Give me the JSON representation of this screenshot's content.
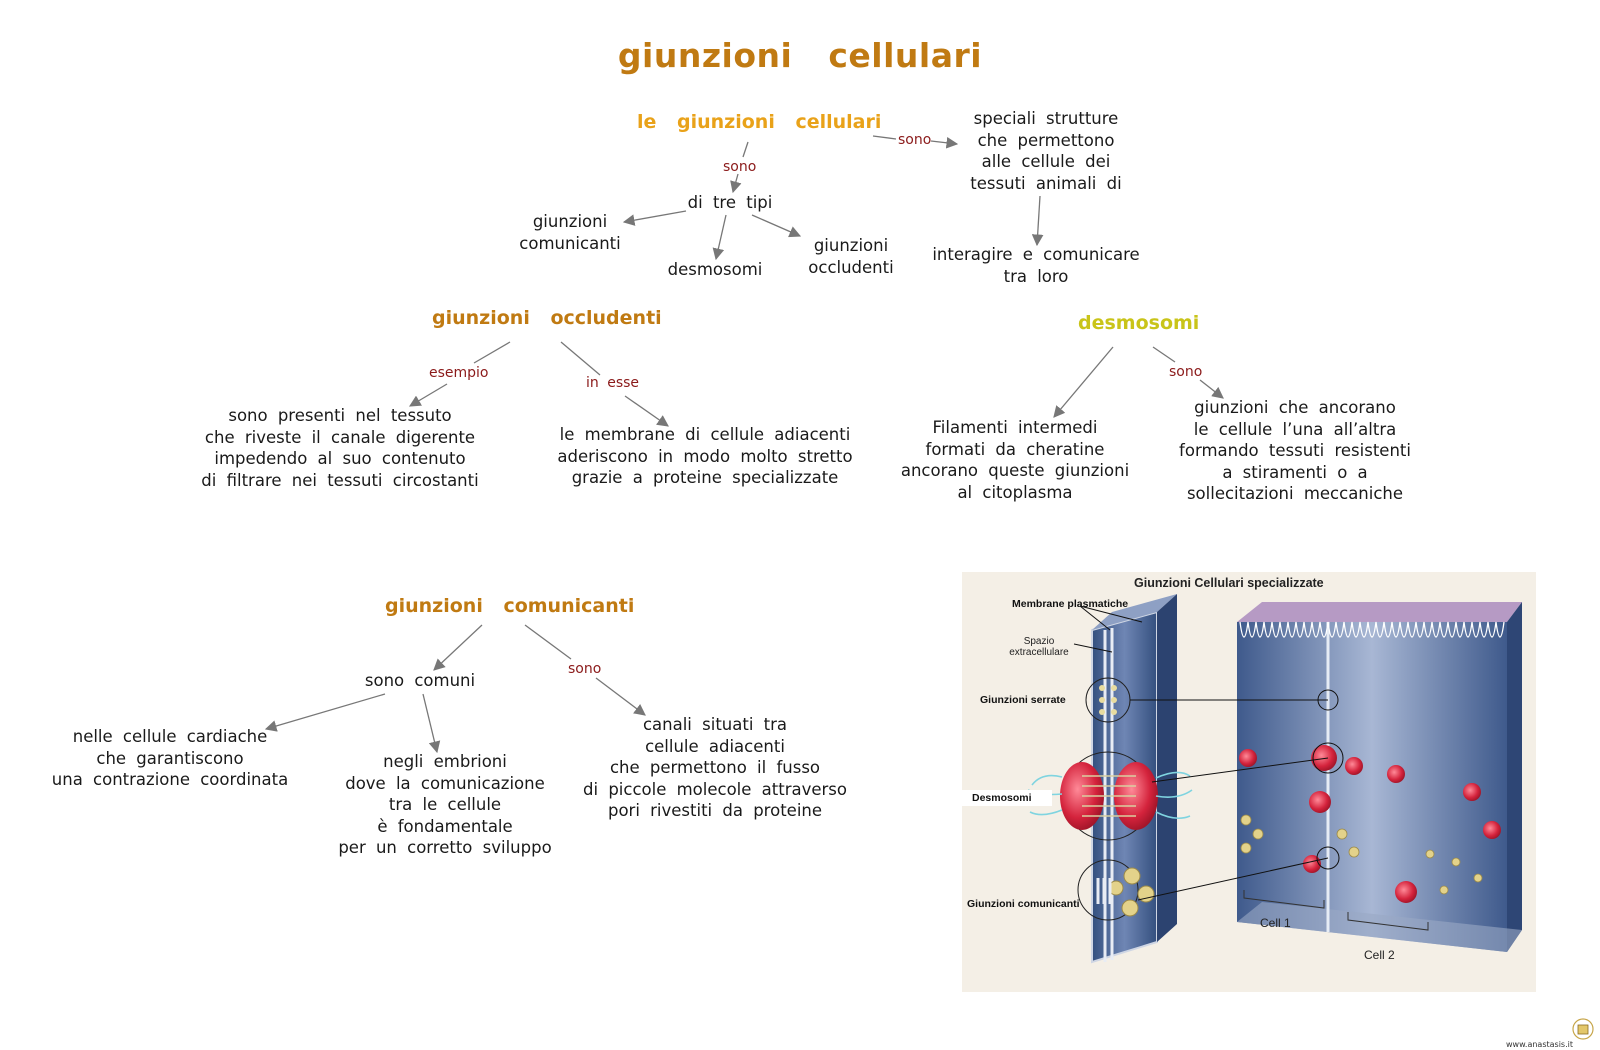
{
  "title": "giunzioni cellulari",
  "intro": {
    "heading": "le giunzioni cellulari",
    "link_right": "sono",
    "definition": [
      "speciali strutture",
      "che permettono",
      "alle cellule dei",
      "tessuti animali di"
    ],
    "result": [
      "interagire e comunicare",
      "tra loro"
    ],
    "link_down": "sono",
    "types_label": "di tre tipi",
    "types": {
      "comunicanti": [
        "giunzioni",
        "comunicanti"
      ],
      "desmosomi": "desmosomi",
      "occludenti": [
        "giunzioni",
        "occludenti"
      ]
    }
  },
  "occludenti": {
    "heading": "giunzioni occludenti",
    "link_left": "esempio",
    "link_right": "in esse",
    "example": [
      "sono presenti nel tessuto",
      "che riveste il canale digerente",
      "impedendo al suo contenuto",
      "di filtrare nei tessuti circostanti"
    ],
    "detail": [
      "le membrane di cellule adiacenti",
      "aderiscono in modo molto stretto",
      "grazie a proteine specializzate"
    ]
  },
  "desmosomi": {
    "heading": "desmosomi",
    "link_right": "sono",
    "left": [
      "Filamenti intermedi",
      "formati da cheratine",
      "ancorano queste giunzioni",
      "al citoplasma"
    ],
    "right": [
      "giunzioni che ancorano",
      "le cellule l’una all’altra",
      "formando tessuti resistenti",
      "a stiramenti o a",
      "sollecitazioni meccaniche"
    ]
  },
  "comunicanti": {
    "heading": "giunzioni comunicanti",
    "common_label": "sono comuni",
    "link_right": "sono",
    "cardiac": [
      "nelle cellule cardiache",
      "che garantiscono",
      "una contrazione coordinata"
    ],
    "embryo": [
      "negli embrioni",
      "dove la comunicazione",
      "tra le cellule",
      "è fondamentale",
      "per un corretto sviluppo"
    ],
    "channels": [
      "canali situati tra",
      "cellule adiacenti",
      "che permettono il fusso",
      "di piccole molecole attraverso",
      "pori rivestiti da proteine"
    ]
  },
  "figure": {
    "title": "Giunzioni Cellulari specializzate",
    "membrane": "Membrane plasmatiche",
    "space": [
      "Spazio",
      "extracellulare"
    ],
    "serrate": "Giunzioni serrate",
    "desmosomi": "Desmosomi",
    "comunicanti": "Giunzioni comunicanti",
    "cell1": "Cell 1",
    "cell2": "Cell 2"
  },
  "credit": "www.anastasis.it",
  "colors": {
    "heading": "#c07a12",
    "heading_orange": "#e9a219",
    "heading_yellow": "#c9c419",
    "link": "#8b1a1a",
    "arrow": "#777777"
  }
}
